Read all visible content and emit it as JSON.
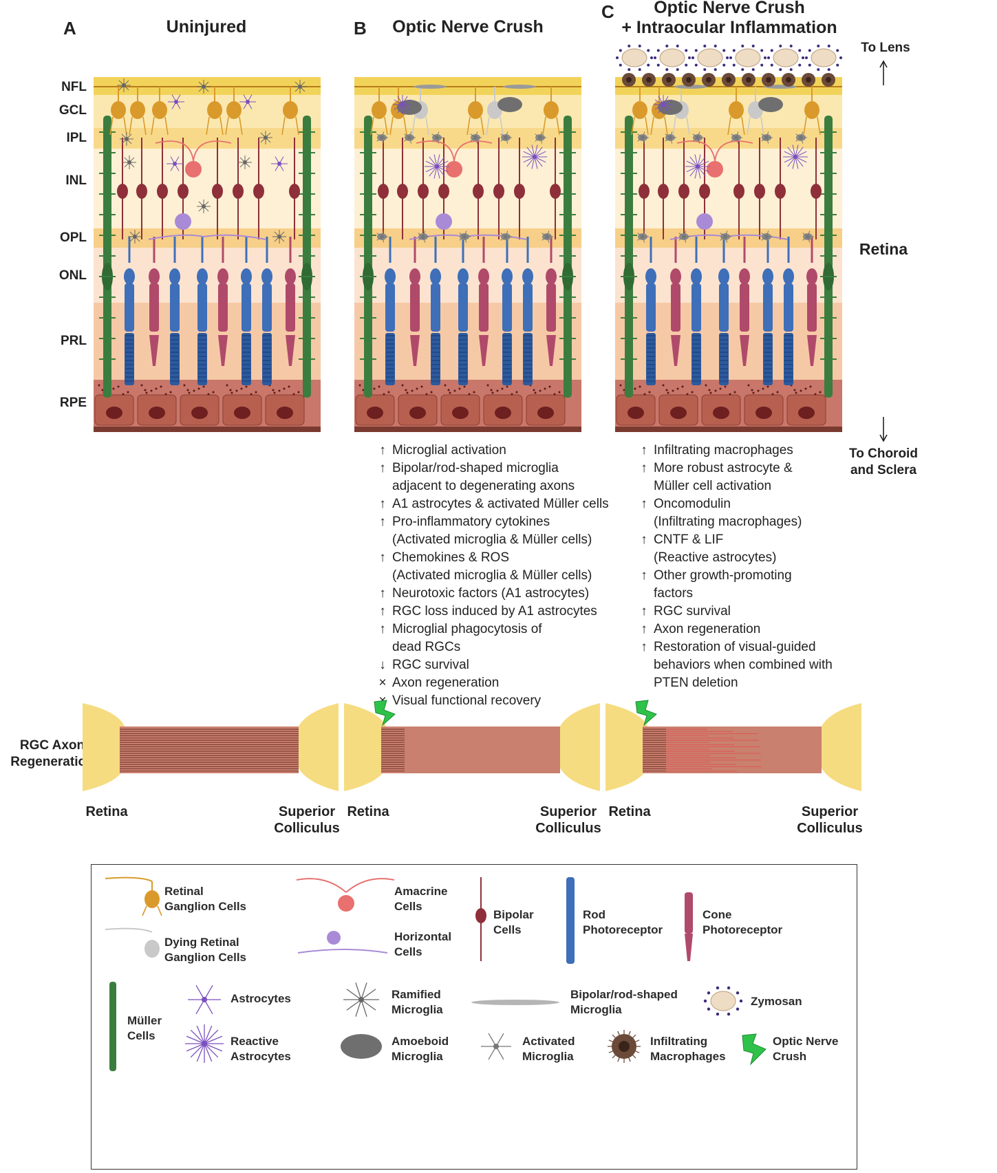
{
  "panels": [
    {
      "letter": "A",
      "title": "Uninjured"
    },
    {
      "letter": "B",
      "title": "Optic Nerve Crush"
    },
    {
      "letter": "C",
      "title_line1": "Optic Nerve Crush",
      "title_line2": "+ Intraocular Inflammation"
    }
  ],
  "layers": [
    "NFL",
    "GCL",
    "IPL",
    "INL",
    "OPL",
    "ONL",
    "PRL",
    "RPE"
  ],
  "side_labels": {
    "to_lens": "To Lens",
    "retina": "Retina",
    "to_choroid_line1": "To Choroid",
    "to_choroid_line2": "and Sclera"
  },
  "findings_b": [
    {
      "arrow": "↑",
      "text": "Microglial activation"
    },
    {
      "arrow": "↑",
      "text": "Bipolar/rod-shaped microglia"
    },
    {
      "arrow": "",
      "text": "adjacent to degenerating axons"
    },
    {
      "arrow": "↑",
      "text": "A1 astrocytes & activated Müller cells"
    },
    {
      "arrow": "↑",
      "text": "Pro-inflammatory cytokines"
    },
    {
      "arrow": "",
      "text": "(Activated microglia & Müller cells)"
    },
    {
      "arrow": "↑",
      "text": "Chemokines & ROS"
    },
    {
      "arrow": "",
      "text": "(Activated microglia & Müller cells)"
    },
    {
      "arrow": "↑",
      "text": "Neurotoxic factors (A1 astrocytes)"
    },
    {
      "arrow": "↑",
      "text": "RGC loss induced by A1 astrocytes"
    },
    {
      "arrow": "↑",
      "text": "Microglial phagocytosis of"
    },
    {
      "arrow": "",
      "text": "dead RGCs"
    },
    {
      "arrow": "↓",
      "text": "RGC survival"
    },
    {
      "arrow": "×",
      "text": "Axon regeneration"
    },
    {
      "arrow": "×",
      "text": "Visual functional recovery"
    }
  ],
  "findings_c": [
    {
      "arrow": "↑",
      "text": "Infiltrating macrophages"
    },
    {
      "arrow": "↑",
      "text": "More robust astrocyte &"
    },
    {
      "arrow": "",
      "text": "Müller cell activation"
    },
    {
      "arrow": "↑",
      "text": "Oncomodulin"
    },
    {
      "arrow": "",
      "text": "(Infiltrating macrophages)"
    },
    {
      "arrow": "↑",
      "text": "CNTF & LIF"
    },
    {
      "arrow": "",
      "text": "(Reactive astrocytes)"
    },
    {
      "arrow": "↑",
      "text": "Other growth-promoting"
    },
    {
      "arrow": "",
      "text": "factors"
    },
    {
      "arrow": "↑",
      "text": "RGC survival"
    },
    {
      "arrow": "↑",
      "text": "Axon regeneration"
    },
    {
      "arrow": "↑",
      "text": "Restoration of visual-guided"
    },
    {
      "arrow": "",
      "text": "behaviors when combined with"
    },
    {
      "arrow": "",
      "text": "PTEN deletion"
    }
  ],
  "axon": {
    "row_label_line1": "RGC Axon",
    "row_label_line2": "Regeneration",
    "retina": "Retina",
    "sc_line1": "Superior",
    "sc_line2": "Colliculus"
  },
  "legend": {
    "rgc_1": "Retinal",
    "rgc_2": "Ganglion Cells",
    "dying_1": "Dying Retinal",
    "dying_2": "Ganglion Cells",
    "amacrine_1": "Amacrine",
    "amacrine_2": "Cells",
    "horizontal_1": "Horizontal",
    "horizontal_2": "Cells",
    "bipolar_1": "Bipolar",
    "bipolar_2": "Cells",
    "rod_1": "Rod",
    "rod_2": "Photoreceptor",
    "cone_1": "Cone",
    "cone_2": "Photoreceptor",
    "muller_1": "Müller",
    "muller_2": "Cells",
    "astro": "Astrocytes",
    "reactive_1": "Reactive",
    "reactive_2": "Astrocytes",
    "ramified_1": "Ramified",
    "ramified_2": "Microglia",
    "amoeboid_1": "Amoeboid",
    "amoeboid_2": "Microglia",
    "bipolar_mg_1": "Bipolar/rod-shaped",
    "bipolar_mg_2": "Microglia",
    "activated_1": "Activated",
    "activated_2": "Microglia",
    "zymosan": "Zymosan",
    "macro_1": "Infiltrating",
    "macro_2": "Macrophages",
    "onc_1": "Optic Nerve",
    "onc_2": "Crush"
  },
  "colors": {
    "nfl": "#f2d35a",
    "gcl": "#fbe8b0",
    "ipl": "#f8d98a",
    "inl": "#fdf0d4",
    "opl": "#f7cf88",
    "onl": "#fbe3cf",
    "prl": "#f6c9a6",
    "rpe": "#c8776a",
    "rgc": "#d99a2b",
    "bipolar": "#8e2f3a",
    "rod": "#3e6fb8",
    "cone": "#b04a6a",
    "muller": "#3b7d3e",
    "amacrine": "#e8706e",
    "horizontal": "#a98ad6",
    "axon": "#c9806e",
    "colliculus": "#f6dc80",
    "microglia_gray": "#8a8a8a",
    "macrophage": "#6b4a3a",
    "zymosan_dot": "#3d2a7a",
    "crush": "#2fc24a"
  }
}
